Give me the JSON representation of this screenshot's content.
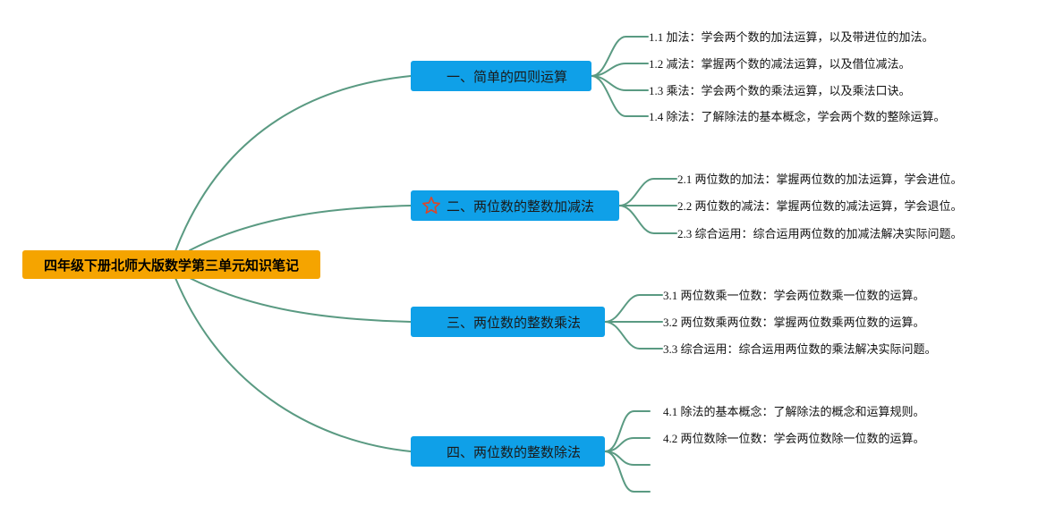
{
  "root": {
    "label": "四年级下册北师大版数学第三单元知识笔记"
  },
  "branches": [
    {
      "label": "一、简单的四则运算",
      "marker": "none",
      "items": [
        "1.1 加法：学会两个数的加法运算，以及带进位的加法。",
        "1.2 减法：掌握两个数的减法运算，以及借位减法。",
        "1.3 乘法：学会两个数的乘法运算，以及乘法口诀。",
        "1.4 除法：了解除法的基本概念，学会两个数的整除运算。"
      ]
    },
    {
      "label": "二、两位数的整数加减法",
      "marker": "star-icon",
      "items": [
        "2.1 两位数的加法：掌握两位数的加法运算，学会进位。",
        "2.2 两位数的减法：掌握两位数的减法运算，学会退位。",
        "2.3 综合运用：综合运用两位数的加减法解决实际问题。"
      ]
    },
    {
      "label": "三、两位数的整数乘法",
      "marker": "none",
      "items": [
        "3.1 两位数乘一位数：学会两位数乘一位数的运算。",
        "3.2 两位数乘两位数：掌握两位数乘两位数的运算。",
        "3.3 综合运用：综合运用两位数的乘法解决实际问题。"
      ]
    },
    {
      "label": "四、两位数的整数除法",
      "marker": "none",
      "items": [
        "4.1 除法的基本概念：了解除法的概念和运算规则。",
        "4.2 两位数除一位数：学会两位数除一位数的运算。",
        "",
        ""
      ]
    }
  ],
  "colors": {
    "root_fill": "#f5a400",
    "branch_fill": "#0fa0e8",
    "line": "#5a9a82",
    "star": "#d9472b"
  }
}
